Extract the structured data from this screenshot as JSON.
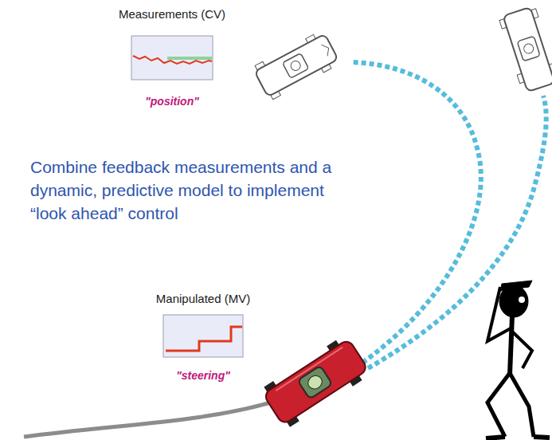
{
  "diagram": {
    "labels": [
      "Measurements (CV)",
      "\"position\"",
      "Combine feedback measurements and a dynamic, predictive model to implement “look ahead” control",
      "Manipulated (MV)",
      "\"steering\""
    ]
  }
}
